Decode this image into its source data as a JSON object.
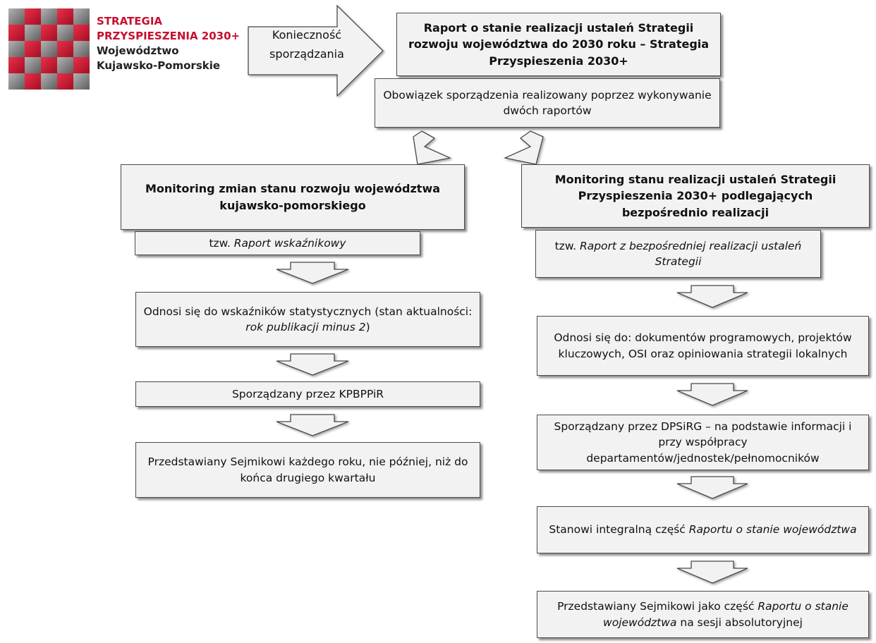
{
  "logo": {
    "line1": "STRATEGIA",
    "line2": "PRZYSPIESZENIA 2030+",
    "line3": "Województwo",
    "line4": "Kujawsko-Pomorskie",
    "colors": {
      "red": "#c8102e",
      "gray": "#8a8a8a"
    }
  },
  "arrow_label": {
    "line1": "Konieczność",
    "line2": "sporządzania"
  },
  "top_box": {
    "title": "Raport o stanie realizacji ustaleń Strategii rozwoju województwa do 2030 roku – Strategia Przyspieszenia 2030+",
    "subtitle": "Obowiązek sporządzenia realizowany poprzez wykonywanie dwóch raportów"
  },
  "left": {
    "title": "Monitoring zmian stanu rozwoju województwa kujawsko-pomorskiego",
    "name_prefix": "tzw. ",
    "name_italic": "Raport wskaźnikowy",
    "step1_a": "Odnosi się do wskaźników statystycznych (stan aktualności: ",
    "step1_italic": "rok publikacji minus 2",
    "step1_b": ")",
    "step2": "Sporządzany przez KPBPPiR",
    "step3": "Przedstawiany Sejmikowi każdego roku, nie później, niż do końca drugiego kwartału"
  },
  "right": {
    "title": "Monitoring stanu realizacji ustaleń Strategii Przyspieszenia 2030+ podlegających bezpośrednio realizacji",
    "name_prefix": "tzw. ",
    "name_italic": "Raport z bezpośredniej realizacji ustaleń Strategii",
    "step1": "Odnosi się do: dokumentów programowych, projektów kluczowych, OSI oraz opiniowania strategii lokalnych",
    "step2": "Sporządzany przez DPSiRG – na podstawie informacji i przy współpracy departamentów/jednostek/pełnomocników",
    "step3_a": "Stanowi integralną część ",
    "step3_italic": "Raportu o stanie województwa",
    "step4_a": "Przedstawiany Sejmikowi jako część ",
    "step4_italic": "Raportu o stanie województwa",
    "step4_b": " na sesji absolutoryjnej"
  }
}
